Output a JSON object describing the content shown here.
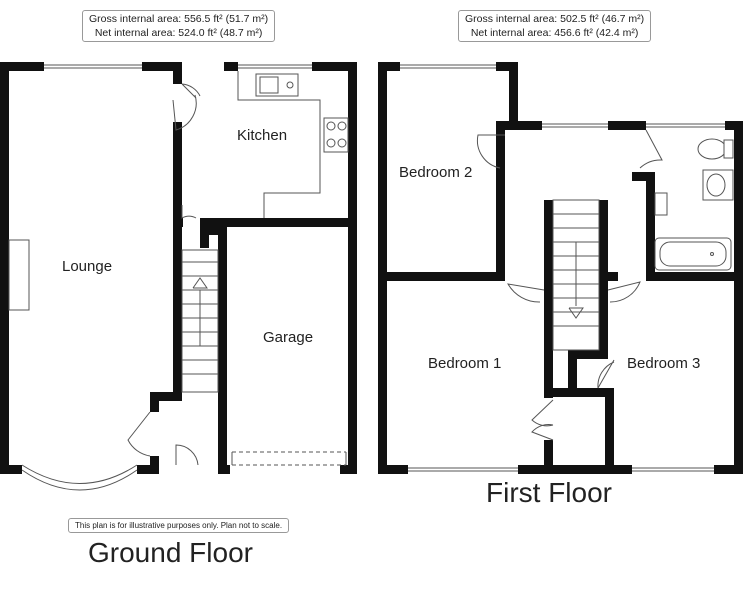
{
  "ground_floor": {
    "title": "Ground Floor",
    "gross_area": "Gross internal area: 556.5 ft² (51.7 m²)",
    "net_area": "Net internal area: 524.0 ft² (48.7 m²)",
    "rooms": {
      "lounge": "Lounge",
      "kitchen": "Kitchen",
      "garage": "Garage"
    },
    "disclaimer": "This plan is for illustrative purposes only. Plan not to scale."
  },
  "first_floor": {
    "title": "First Floor",
    "gross_area": "Gross internal area: 502.5 ft² (46.7 m²)",
    "net_area": "Net internal area: 456.6 ft² (42.4 m²)",
    "rooms": {
      "bedroom1": "Bedroom 1",
      "bedroom2": "Bedroom 2",
      "bedroom3": "Bedroom 3"
    }
  },
  "colors": {
    "wall": "#111111",
    "fixture_stroke": "#555555",
    "background": "#ffffff"
  }
}
